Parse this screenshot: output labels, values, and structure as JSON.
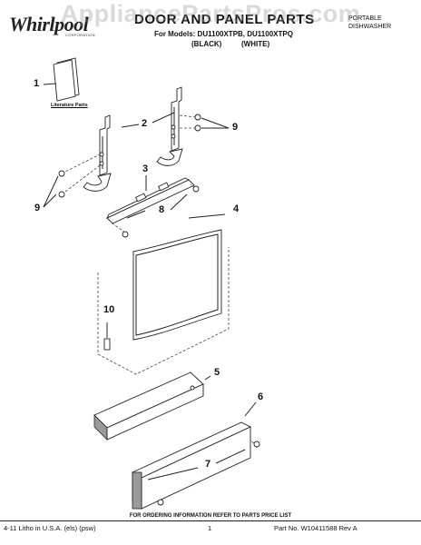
{
  "header": {
    "brand": "Whirlpool",
    "brand_sub": "CORPORATION",
    "title": "DOOR AND PANEL PARTS",
    "models": "For Models: DU1100XTPB, DU1100XTPQ",
    "black_label": "(BLACK)",
    "white_label": "(WHITE)",
    "product_type_line1": "PORTABLE",
    "product_type_line2": "DISHWASHER"
  },
  "watermark": "AppliancePartsPros.com",
  "callouts": {
    "c1": "1",
    "c2": "2",
    "c3": "3",
    "c4": "4",
    "c5": "5",
    "c6": "6",
    "c7": "7",
    "c8": "8",
    "c9a": "9",
    "c9b": "9",
    "c10": "10"
  },
  "literature_label": "Literature Parts",
  "footer": {
    "note": "FOR ORDERING INFORMATION REFER TO PARTS PRICE LIST",
    "left": "4-11 Litho in U.S.A. (els) (psw)",
    "page": "1",
    "right": "Part No. W10411588 Rev A"
  }
}
